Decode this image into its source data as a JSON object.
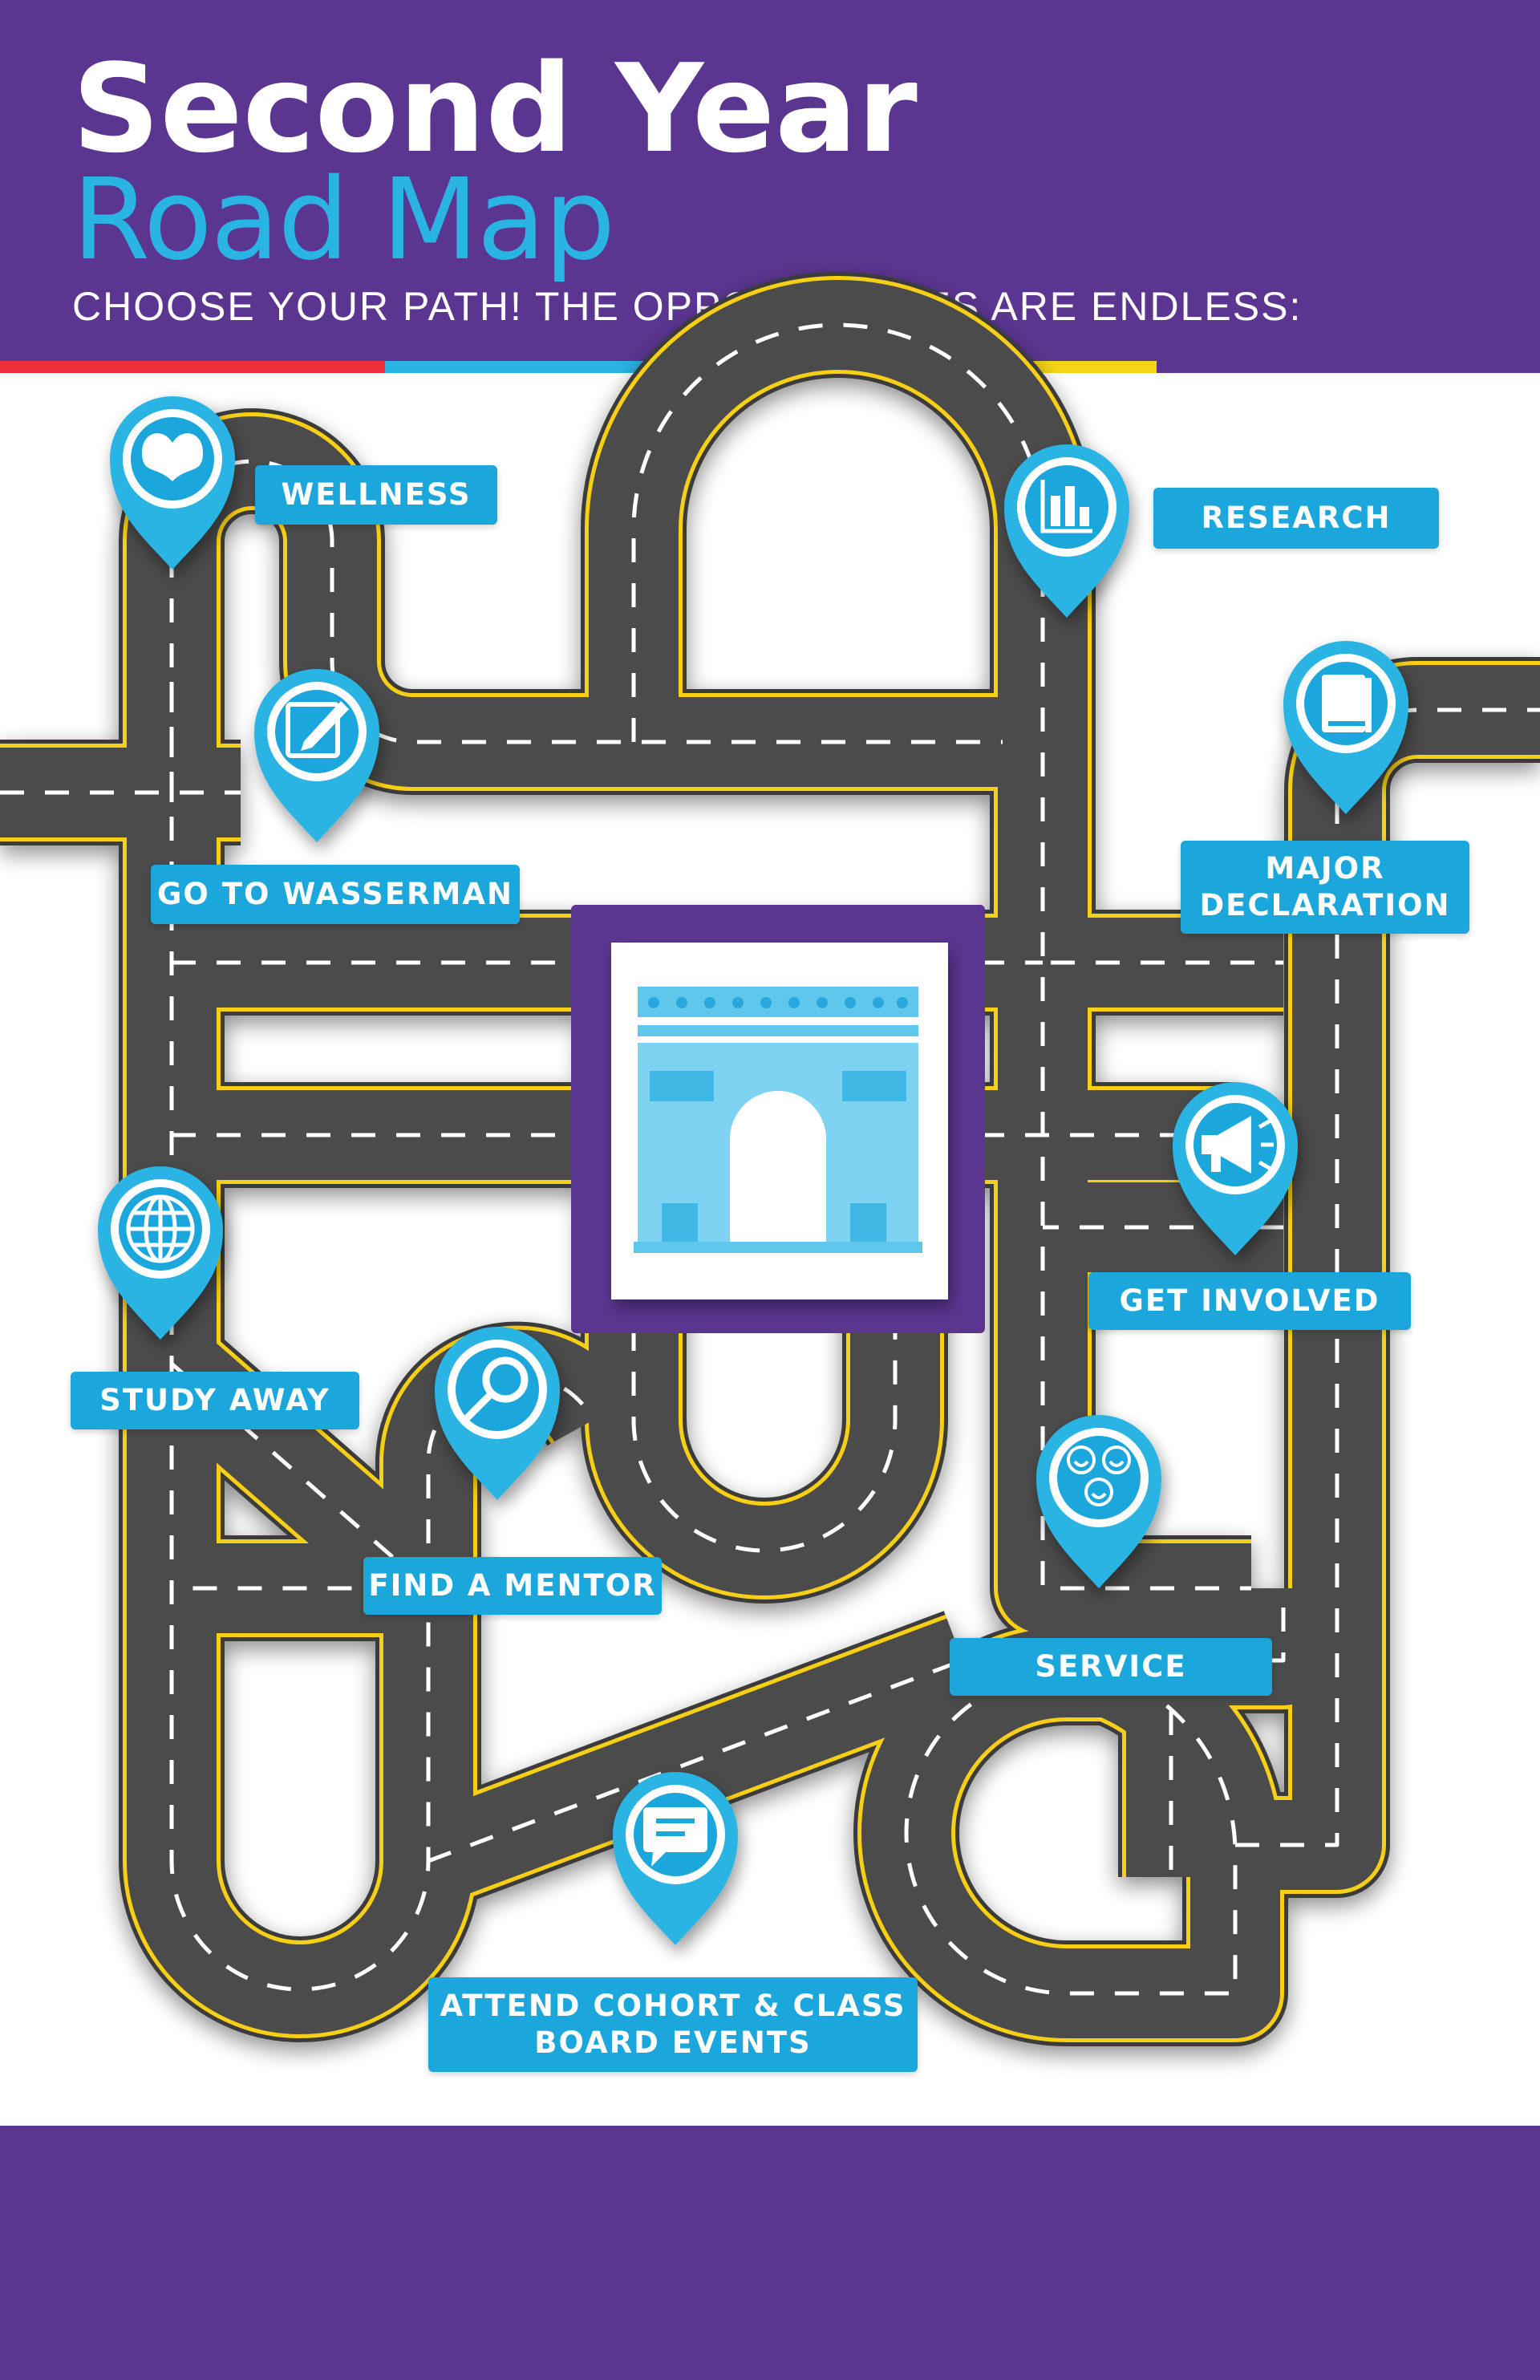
{
  "header": {
    "title_line1": "Second Year",
    "title_line2": "Road Map",
    "tagline": "CHOOSE YOUR PATH! THE OPPORTUNITIES ARE ENDLESS:"
  },
  "colors": {
    "purple": "#5b3691",
    "blue": "#29b4e4",
    "label_blue": "#1ba7dc",
    "road": "#4b4b4b",
    "road_edge": "#f7cf19",
    "stripe_red": "#ed2f3b",
    "stripe_blue": "#29b4e4",
    "stripe_yellow": "#f7d417"
  },
  "center_icon": "triumphal-arch-icon",
  "labels": {
    "wellness": "WELLNESS",
    "research": "RESEARCH",
    "go_to_wasserman": "GO TO WASSERMAN",
    "major_declaration_1": "MAJOR",
    "major_declaration_2": "DECLARATION",
    "get_involved": "GET INVOLVED",
    "study_away": "STUDY AWAY",
    "find_a_mentor": "FIND A MENTOR",
    "service": "SERVICE",
    "attend_1": "ATTEND COHORT & CLASS",
    "attend_2": "BOARD EVENTS"
  },
  "pins": [
    {
      "id": "wellness",
      "icon": "heart-icon"
    },
    {
      "id": "research",
      "icon": "bar-chart-icon"
    },
    {
      "id": "go_to_wasserman",
      "icon": "edit-form-icon"
    },
    {
      "id": "major_declaration",
      "icon": "book-icon"
    },
    {
      "id": "get_involved",
      "icon": "megaphone-icon"
    },
    {
      "id": "study_away",
      "icon": "globe-icon"
    },
    {
      "id": "find_a_mentor",
      "icon": "magnifier-icon"
    },
    {
      "id": "service",
      "icon": "smiley-faces-icon"
    },
    {
      "id": "attend_events",
      "icon": "chat-bubble-icon"
    }
  ]
}
